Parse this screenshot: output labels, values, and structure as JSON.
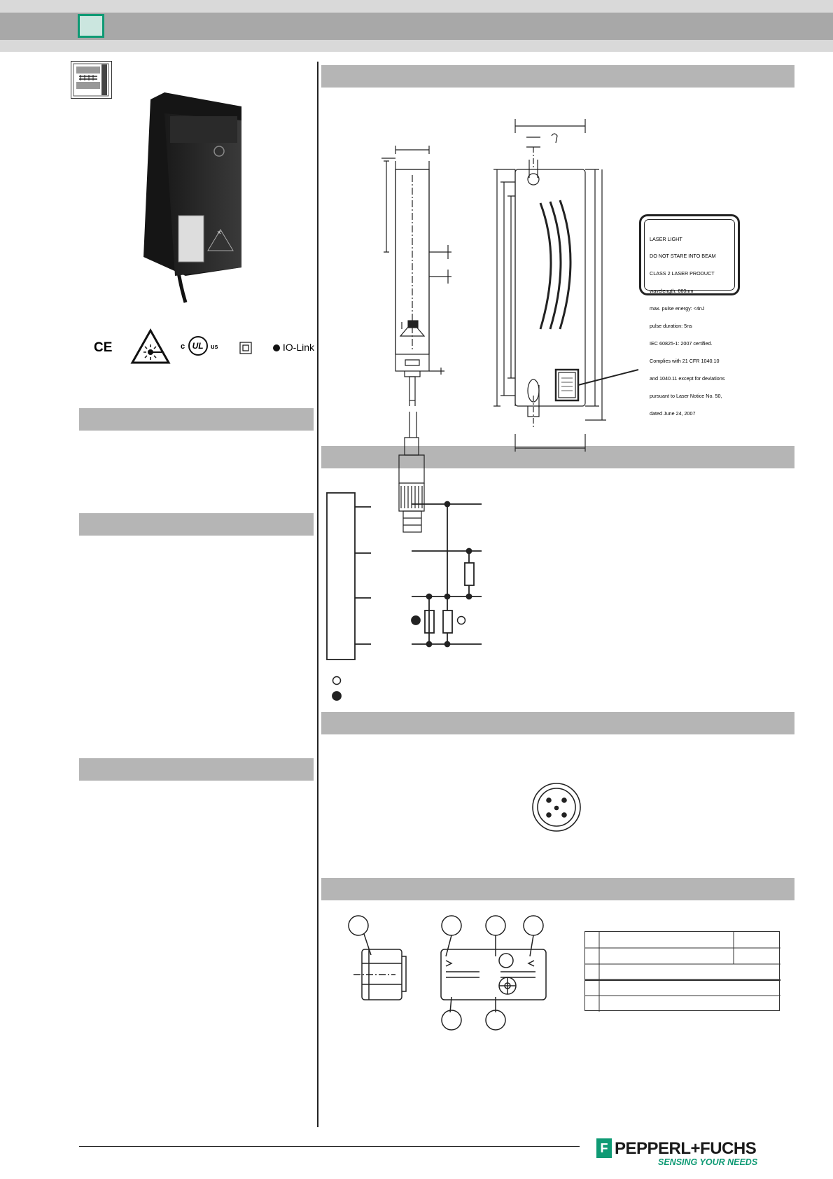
{
  "laser_label": {
    "lines": [
      "LASER LIGHT",
      "DO NOT STARE INTO BEAM",
      "CLASS 2 LASER PRODUCT",
      "wavelength: 660nm",
      "max. pulse energy: <4nJ",
      "pulse duration: 5ns",
      "IEC 60825-1: 2007 certified.",
      "Complies with 21 CFR 1040.10",
      "and 1040.11 except for deviations",
      "pursuant to Laser Notice No. 50,",
      "dated June 24, 2007"
    ]
  },
  "approvals": {
    "ce": "CE",
    "ul_c": "c",
    "ul_mark": "UL",
    "ul_us": "us",
    "iolink": "IO-Link"
  },
  "footer": {
    "brand": "PEPPERL+FUCHS",
    "tagline": "SENSING YOUR NEEDS",
    "logo_letter": "F"
  },
  "colors": {
    "accent": "#0e9a74",
    "header_bar": "#a8a8a8",
    "section_bar": "#b5b5b5"
  }
}
